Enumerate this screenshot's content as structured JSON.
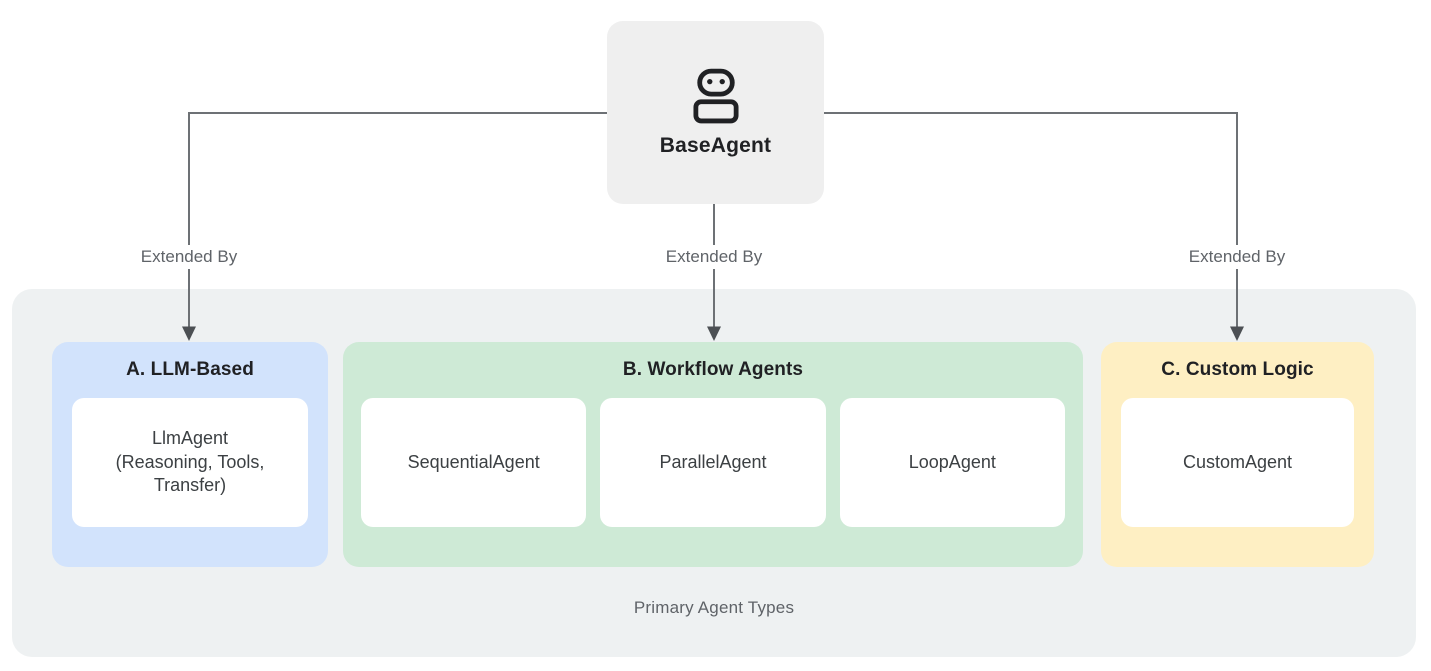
{
  "diagram": {
    "root": {
      "label": "BaseAgent",
      "icon": "robot-icon"
    },
    "edge_label": "Extended By",
    "caption": "Primary Agent Types",
    "groups": [
      {
        "id": "llm-based",
        "title": "A. LLM-Based",
        "color": "#d2e3fc",
        "cards": [
          "LlmAgent\n(Reasoning, Tools,\nTransfer)"
        ]
      },
      {
        "id": "workflow-agents",
        "title": "B. Workflow Agents",
        "color": "#ceead6",
        "cards": [
          "SequentialAgent",
          "ParallelAgent",
          "LoopAgent"
        ]
      },
      {
        "id": "custom-logic",
        "title": "C. Custom Logic",
        "color": "#feefc3",
        "cards": [
          "CustomAgent"
        ]
      }
    ],
    "colors": {
      "canvas_bg": "#ffffff",
      "container_bg": "#eef1f2",
      "node_bg": "#efefef",
      "card_bg": "#ffffff",
      "text_dark": "#202124",
      "text_body": "#3c4043",
      "text_muted": "#5f6368",
      "line": "#6d7175",
      "arrowhead": "#4c5054"
    }
  }
}
